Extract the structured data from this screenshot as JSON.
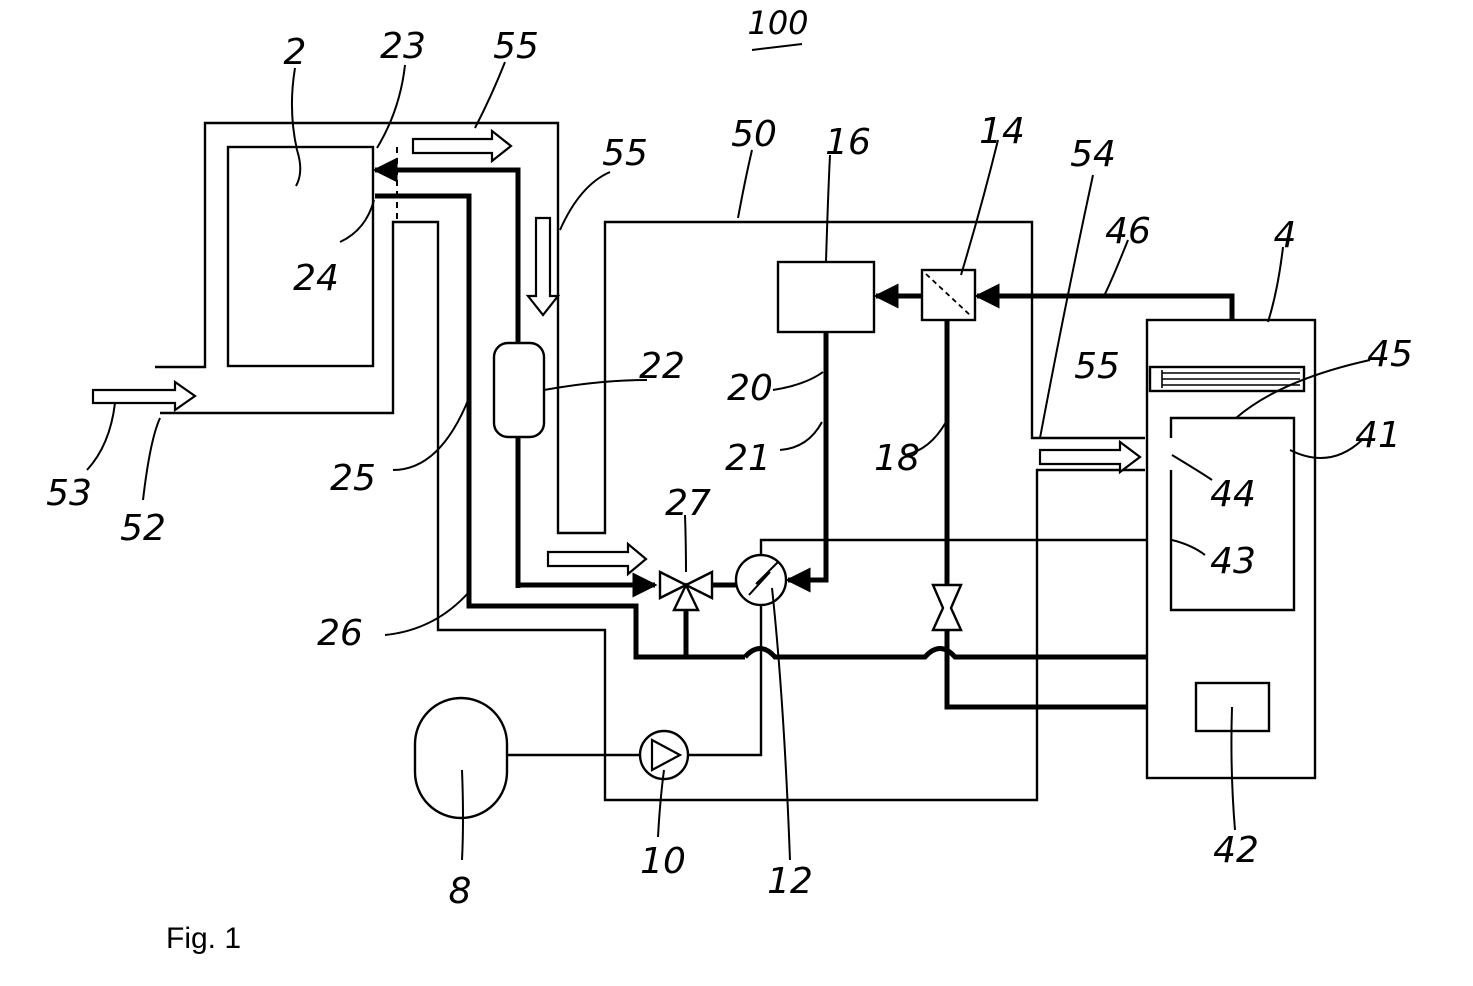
{
  "figure": {
    "reference": "100",
    "caption": "Fig. 1"
  },
  "labels": {
    "l2": "2",
    "l4": "4",
    "l8": "8",
    "l10": "10",
    "l12": "12",
    "l14": "14",
    "l16": "16",
    "l18": "18",
    "l20": "20",
    "l21": "21",
    "l22": "22",
    "l23": "23",
    "l24": "24",
    "l25": "25",
    "l26": "26",
    "l27": "27",
    "l41": "41",
    "l42": "42",
    "l43": "43",
    "l44": "44",
    "l45": "45",
    "l46": "46",
    "l50": "50",
    "l52": "52",
    "l53": "53",
    "l54": "54",
    "l55a": "55",
    "l55b": "55",
    "l55c": "55"
  }
}
